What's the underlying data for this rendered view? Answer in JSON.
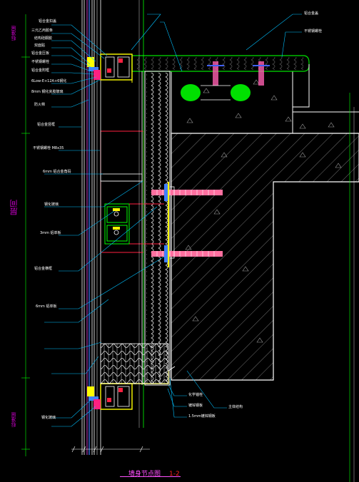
{
  "labels_left": [
    "铝合金扣盖",
    "三元乙丙胶条",
    "结构硅酮胶",
    "双面贴",
    "铝合金压板",
    "不锈钢螺栓",
    "铝合金附框",
    "6Low-E+12A+6钢化",
    "8mm 钢化夹胶玻璃",
    "防火棉",
    "铝合金竖框",
    "不锈钢螺栓 M8x35",
    "6mm 铝合金角码",
    "钢化玻璃",
    "3mm 铝单板",
    "铝合金横框",
    "6mm 铝单板",
    "钢化玻璃"
  ],
  "labels_right": [
    "铝合金盖",
    "不锈钢螺栓",
    "化学锚栓",
    "镀锌钢板",
    "1.5mm镀锌钢板",
    "主体结构"
  ],
  "side_labels": {
    "top": "标准层",
    "middle": "层间",
    "bottom": "标准层"
  },
  "title": {
    "text": "墙身节点图",
    "code": "1-2"
  }
}
